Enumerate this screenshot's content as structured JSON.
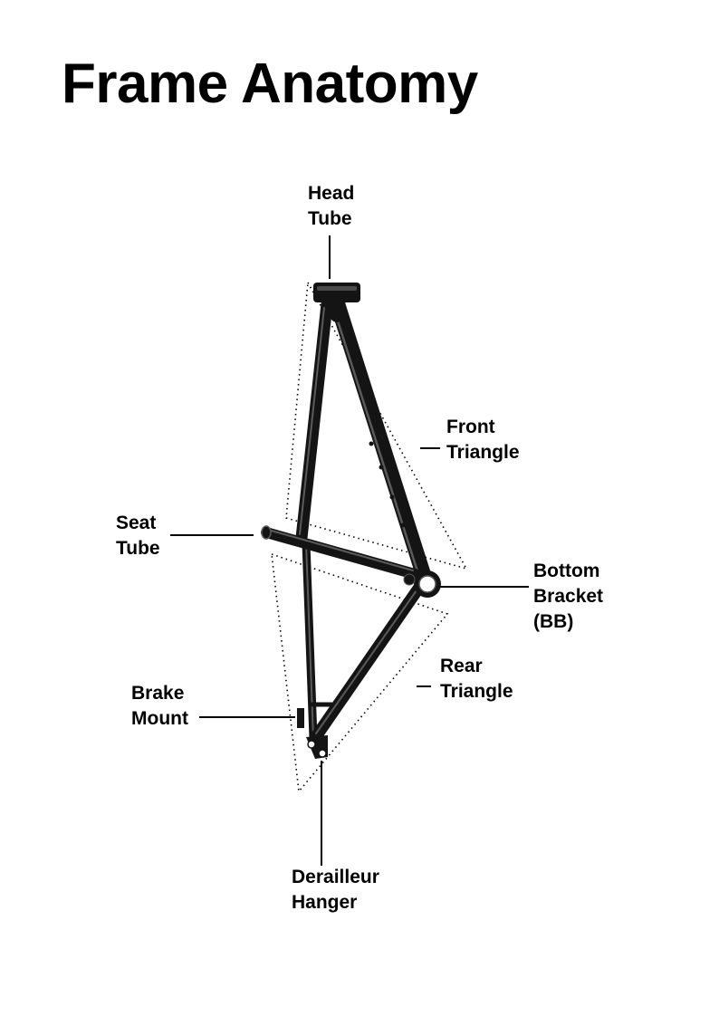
{
  "title": "Frame Anatomy",
  "labels": {
    "head_tube": [
      "Head",
      "Tube"
    ],
    "front_triangle": [
      "Front",
      "Triangle"
    ],
    "seat_tube": [
      "Seat",
      "Tube"
    ],
    "bottom_bracket": [
      "Bottom",
      "Bracket",
      "(BB)"
    ],
    "rear_triangle": [
      "Rear",
      "Triangle"
    ],
    "brake_mount": [
      "Brake",
      "Mount"
    ],
    "derailleur_hanger": [
      "Derailleur",
      "Hanger"
    ]
  },
  "colors": {
    "frame": "#141414",
    "frame_highlight": "#5a5a5a",
    "leader_line": "#000000"
  }
}
